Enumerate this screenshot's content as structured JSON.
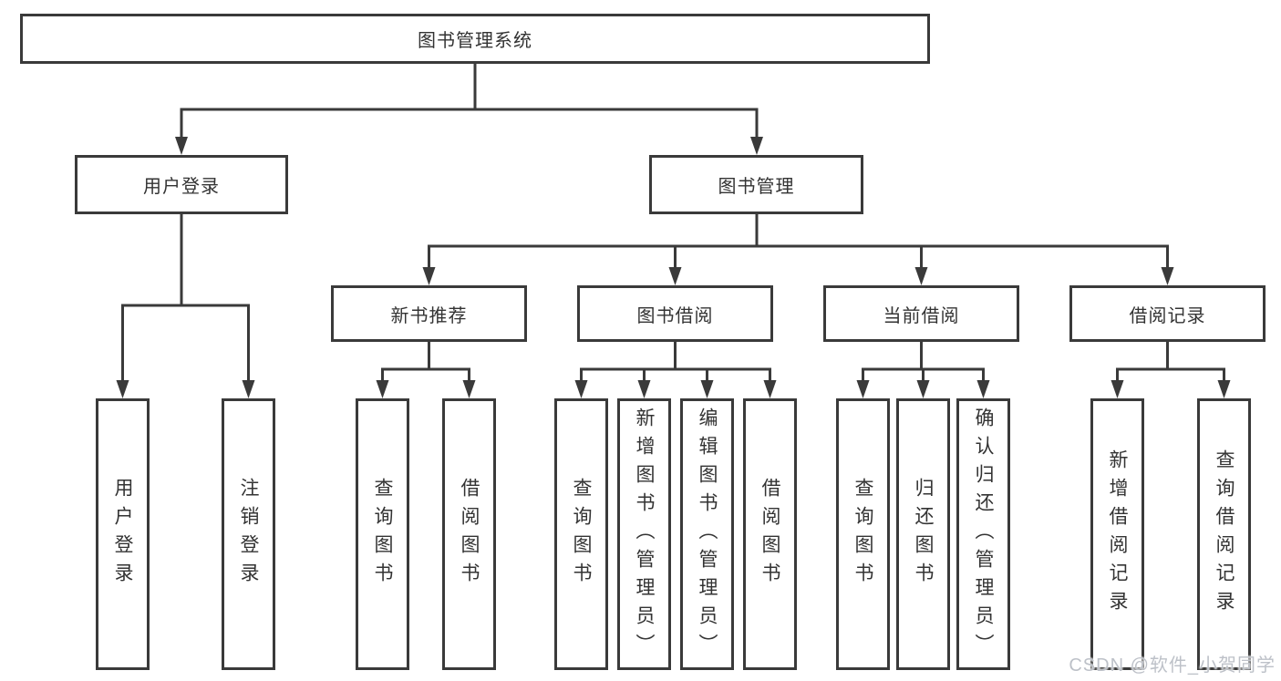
{
  "tree": {
    "label": "图书管理系统",
    "children": [
      {
        "label": "用户登录",
        "children": [
          {
            "label": "用户登录"
          },
          {
            "label": "注销登录"
          }
        ]
      },
      {
        "label": "图书管理",
        "children": [
          {
            "label": "新书推荐",
            "children": [
              {
                "label": "查询图书"
              },
              {
                "label": "借阅图书"
              }
            ]
          },
          {
            "label": "图书借阅",
            "children": [
              {
                "label": "查询图书"
              },
              {
                "label": "新增图书（管理员）"
              },
              {
                "label": "编辑图书（管理员）"
              },
              {
                "label": "借阅图书"
              }
            ]
          },
          {
            "label": "当前借阅",
            "children": [
              {
                "label": "查询图书"
              },
              {
                "label": "归还图书"
              },
              {
                "label": "确认归还（管理员）"
              }
            ]
          },
          {
            "label": "借阅记录",
            "children": [
              {
                "label": "新增借阅记录"
              },
              {
                "label": "查询借阅记录"
              }
            ]
          }
        ]
      }
    ]
  },
  "watermark": {
    "text": "CSDN @软件_小贺同学"
  },
  "colors": {
    "line": "#3a3a3a",
    "box_border": "#3a3a3a",
    "text": "#333333",
    "watermark": "#bdc1c8",
    "background": "#ffffff"
  }
}
